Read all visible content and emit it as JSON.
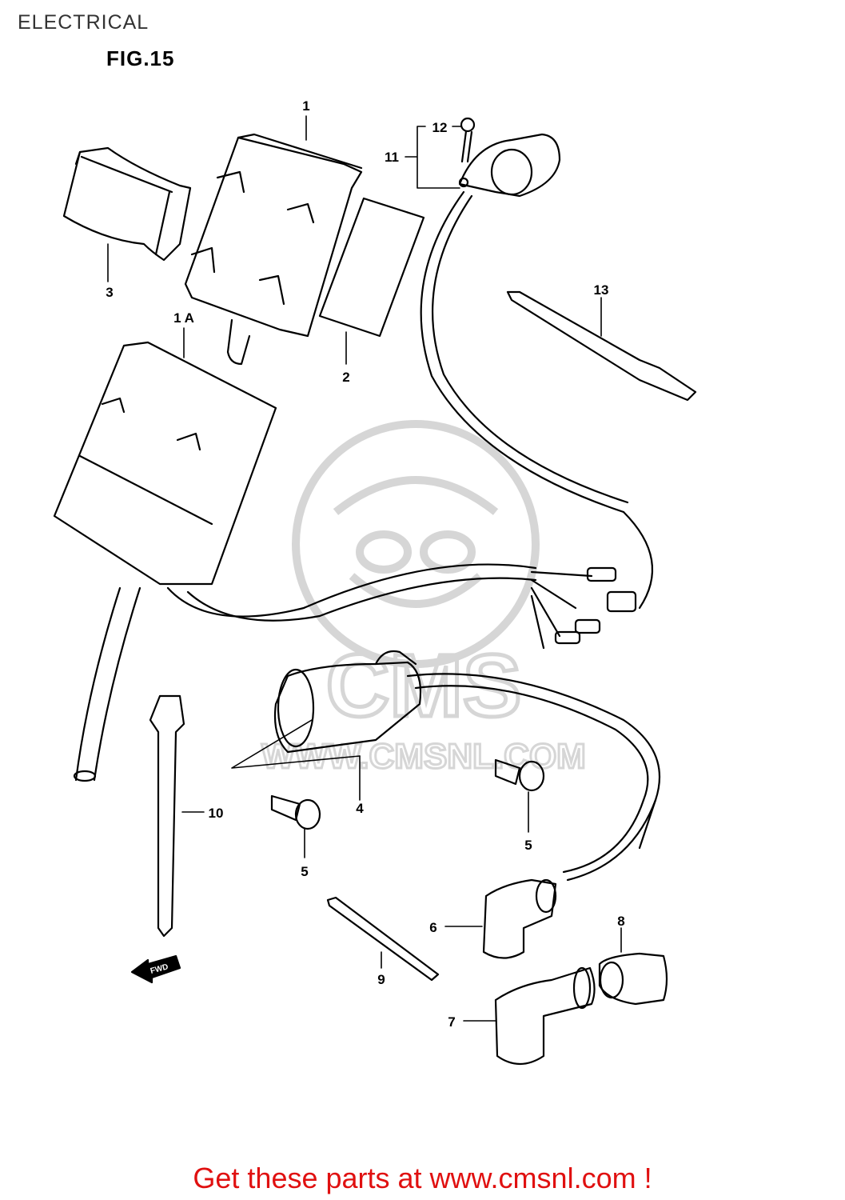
{
  "header": {
    "section_title": "ELECTRICAL",
    "figure_title": "FIG.15"
  },
  "parts": [
    {
      "id": "p1",
      "callout": "1"
    },
    {
      "id": "p1a",
      "callout": "1 A"
    },
    {
      "id": "p2",
      "callout": "2"
    },
    {
      "id": "p3",
      "callout": "3"
    },
    {
      "id": "p4",
      "callout": "4"
    },
    {
      "id": "p5a",
      "callout": "5"
    },
    {
      "id": "p5b",
      "callout": "5"
    },
    {
      "id": "p6",
      "callout": "6"
    },
    {
      "id": "p7",
      "callout": "7"
    },
    {
      "id": "p8",
      "callout": "8"
    },
    {
      "id": "p9",
      "callout": "9"
    },
    {
      "id": "p10",
      "callout": "10"
    },
    {
      "id": "p11",
      "callout": "11"
    },
    {
      "id": "p12",
      "callout": "12"
    },
    {
      "id": "p13",
      "callout": "13"
    }
  ],
  "direction_marker": "FWD",
  "watermark": {
    "text": "WWW.CMSNL.COM",
    "logo": "CMS"
  },
  "footer": {
    "link_text": "Get these parts at www.cmsnl.com !",
    "color": "#e01010"
  },
  "colors": {
    "line": "#000000",
    "watermark": "#d0d0d0"
  }
}
